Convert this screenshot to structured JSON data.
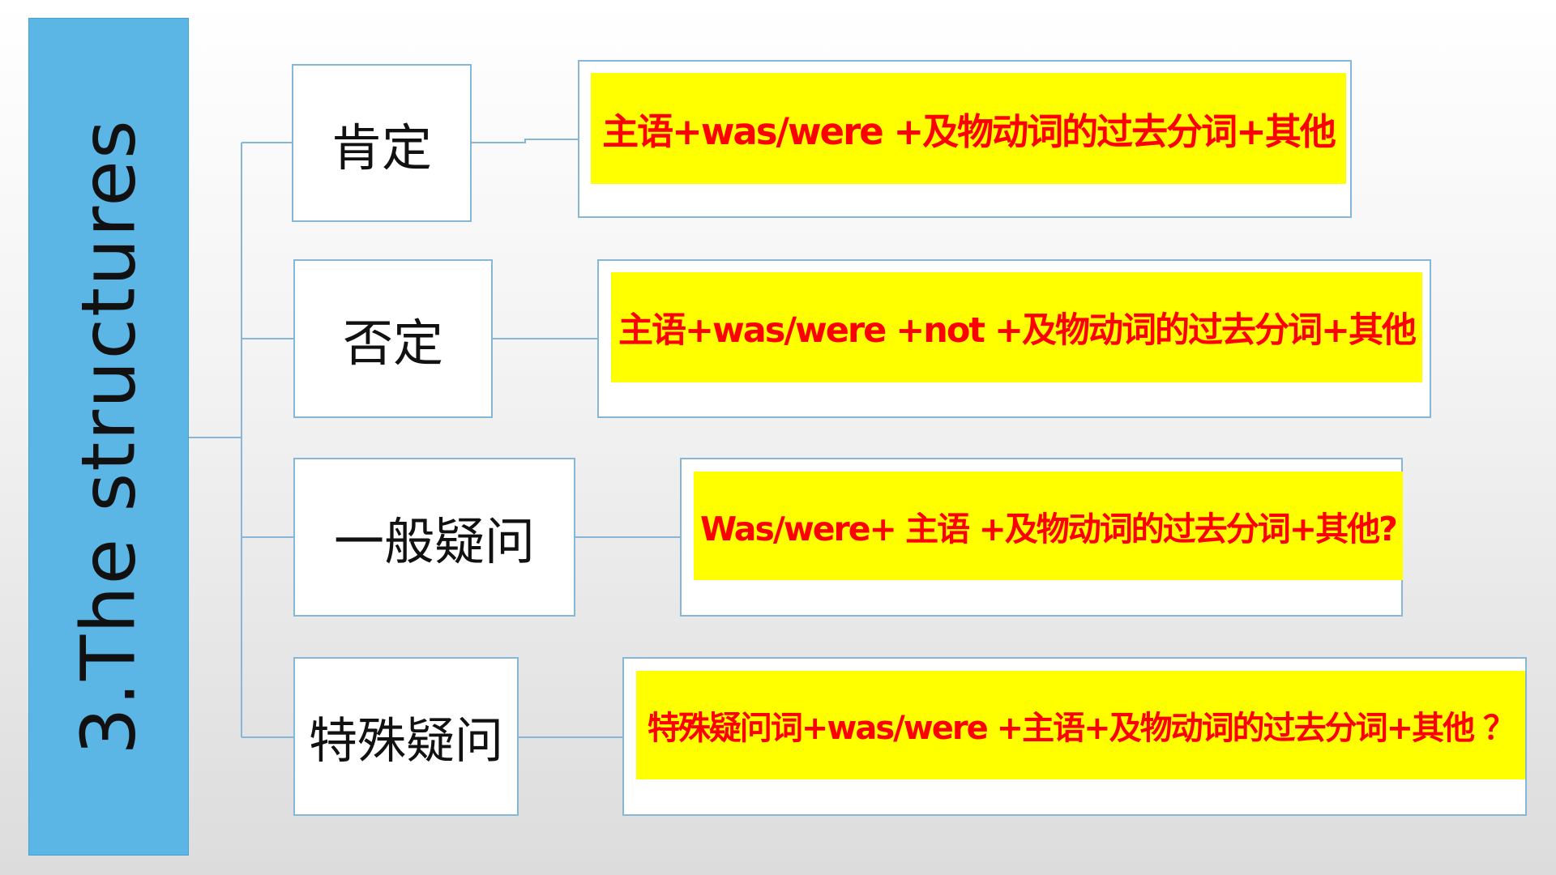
{
  "title": "3.The structures",
  "colors": {
    "title_bar": "#5bb6e6",
    "box_border": "#86b7d6",
    "highlight": "#ffff00",
    "formula_text": "#ff0000"
  },
  "rows": [
    {
      "label": "肯定",
      "formula": "主语+was/were +及物动词的过去分词+其他"
    },
    {
      "label": "否定",
      "formula": "主语+was/were  +not  +及物动词的过去分词+其他"
    },
    {
      "label": "一般疑问",
      "formula": "Was/were+  主语  +及物动词的过去分词+其他?"
    },
    {
      "label": "特殊疑问",
      "formula": "特殊疑问词+was/were  +主语+及物动词的过去分词+其他 ？"
    }
  ]
}
